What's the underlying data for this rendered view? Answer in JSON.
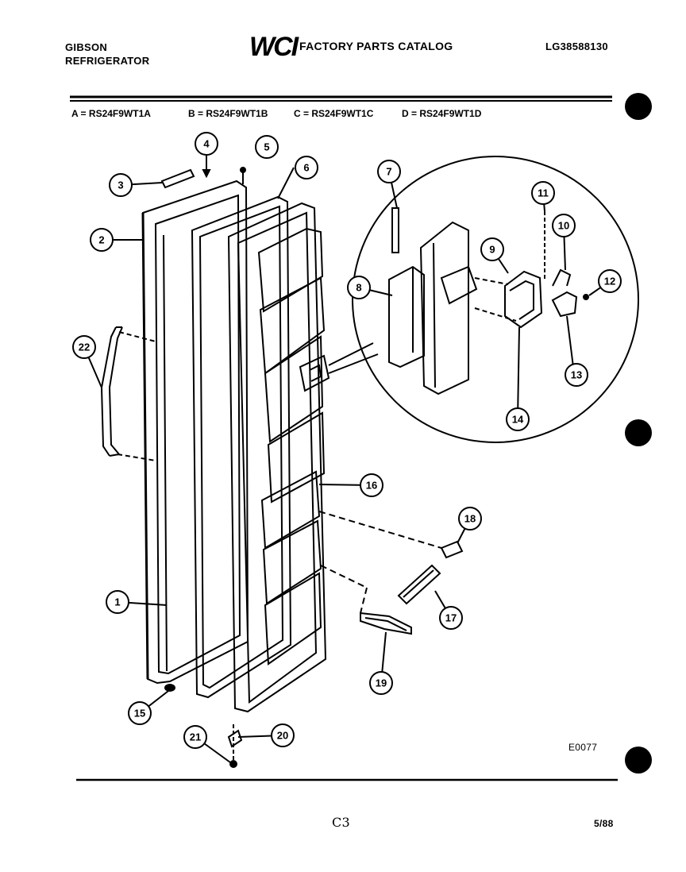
{
  "header": {
    "brand": "GIBSON",
    "product": "REFRIGERATOR",
    "logo": "WCI",
    "catalog_title": "FACTORY PARTS CATALOG",
    "catalog_number": "LG38588130"
  },
  "models": [
    "A = RS24F9WT1A",
    "B = RS24F9WT1B",
    "C = RS24F9WT1C",
    "D = RS24F9WT1D"
  ],
  "callouts": [
    "1",
    "2",
    "3",
    "4",
    "5",
    "6",
    "7",
    "8",
    "9",
    "10",
    "11",
    "12",
    "13",
    "14",
    "15",
    "16",
    "17",
    "18",
    "19",
    "20",
    "21",
    "22"
  ],
  "footer": {
    "figure_code": "E0077",
    "page_mark": "C3",
    "date": "5/88"
  },
  "colors": {
    "ink": "#000000",
    "paper": "#ffffff"
  }
}
